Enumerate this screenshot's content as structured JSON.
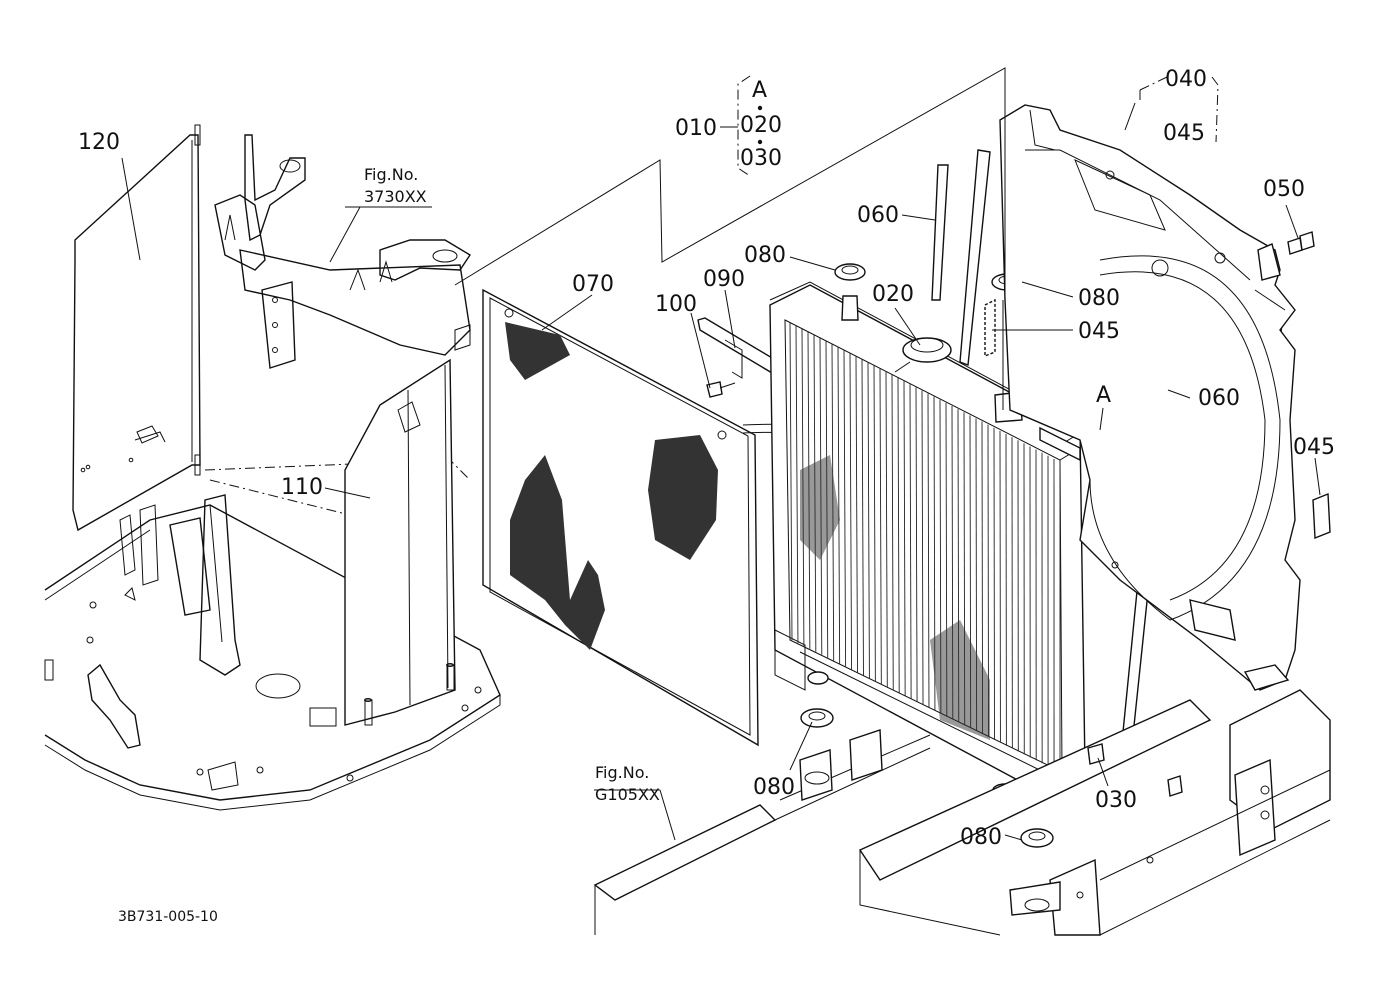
{
  "drawing_number": "3B731-005-10",
  "fig_refs": [
    {
      "line1": "Fig.No.",
      "line2": "3730XX"
    },
    {
      "line1": "Fig.No.",
      "line2": "G105XX"
    }
  ],
  "callouts": {
    "p120": "120",
    "p110": "110",
    "p070": "070",
    "p100": "100",
    "p090": "090",
    "p080a": "080",
    "p060a": "060",
    "p020": "020",
    "p080b": "080",
    "p045a": "045",
    "p060b": "060",
    "p045b": "045",
    "p050": "050",
    "p040": "040",
    "p045c": "045",
    "pA": "A",
    "p080c": "080",
    "p080d": "080",
    "p030": "030"
  },
  "group_010": {
    "label": "010",
    "items": [
      "A",
      "020",
      "030"
    ]
  }
}
